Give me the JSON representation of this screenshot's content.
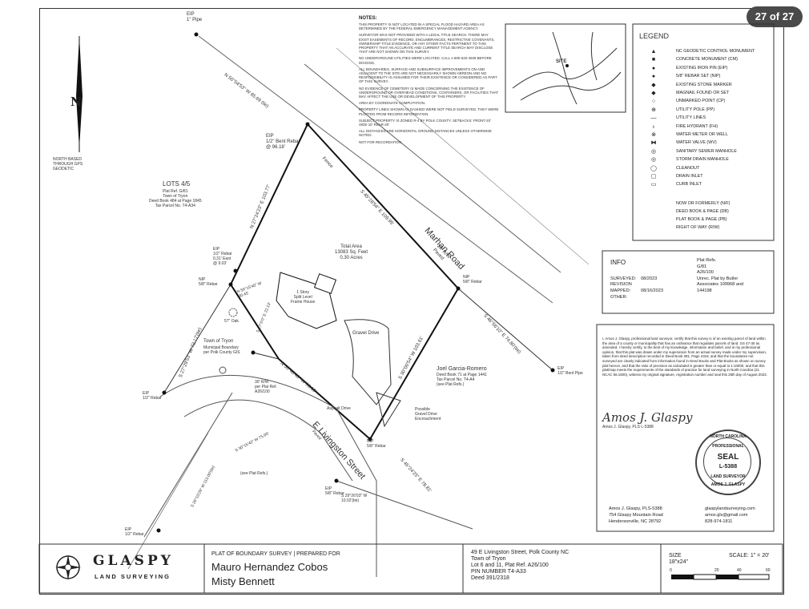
{
  "page_badge": "27 of 27",
  "north_label": "N",
  "north_note": "NORTH BASED THROUGH GPS GEODETIC",
  "notes": {
    "title": "NOTES:",
    "items": [
      "THIS PROPERTY IS NOT LOCATED IN A SPECIAL FLOOD HAZARD AREA AS DETERMINED BY THE FEDERAL EMERGENCY MANAGEMENT AGENCY.",
      "SURVEYOR WAS NOT PROVIDED WITH A LEGAL TITLE SEARCH. THERE MAY EXIST EASEMENTS OF RECORD, ENCUMBRANCES, RESTRICTIVE COVENANTS, OWNERSHIP TITLE EVIDENCE, OR ANY OTHER FACTS PERTINENT TO THIS PROPERTY THAT AN ACCURATE AND CURRENT TITLE SEARCH MAY DISCLOSE THAT ARE NOT SHOWN ON THIS SURVEY.",
      "NO UNDERGROUND UTILITIES WERE LOCATED. CALL 1-800-632-4949 BEFORE DIGGING.",
      "ALL BOUNDARIES, SURFACE AND SUBSURFACE IMPROVEMENTS ON AND ADJACENT TO THE SITE ARE NOT NECESSARILY SHOWN HEREON AND NO RESPONSIBILITY IS ASSUMED FOR THEIR EXISTENCE OR CONSIDERED AS PART OF THIS SURVEY.",
      "NO EVIDENCE OF CEMETERY IS MADE CONCERNING THE EXISTENCE OF UNDERGROUND OR OVERHEAD CONDITIONS, CONTAINERS, OR FACILITIES THAT MAY AFFECT THE USE OR DEVELOPMENT OF THIS PROPERTY.",
      "AREA BY COORDINATE COMPUTATION.",
      "PROPERTY LINES SHOWN AS DASHED WERE NOT FIELD SURVEYED. THEY WERE PLOTTED FROM RECORD INFORMATION.",
      "SUBJECT PROPERTY IS ZONED R-4 BY POLK COUNTY. SETBACKS: FRONT-20' SIDE-10' REAR-20'",
      "ALL DISTANCES ARE HORIZONTAL GROUND DISTANCES UNLESS OTHERWISE NOTED.",
      "NOT FOR RECORDATION."
    ]
  },
  "vicinity": {
    "site_label": "SITE"
  },
  "legend": {
    "title": "LEGEND",
    "items": [
      {
        "icon": "triangle-icon",
        "sym": "▲",
        "label": "NC GEODETIC CONTROL MONUMENT"
      },
      {
        "icon": "square-icon",
        "sym": "■",
        "label": "CONCRETE MONUMENT (CM)"
      },
      {
        "icon": "filled-circle-icon",
        "sym": "●",
        "label": "EXISTING IRON PIN (EIP)"
      },
      {
        "icon": "filled-circle-icon",
        "sym": "●",
        "label": "5/8\" REBAR SET (NIP)"
      },
      {
        "icon": "diamond-icon",
        "sym": "◆",
        "label": "EXISTING STONE MARKER"
      },
      {
        "icon": "diamond-icon",
        "sym": "◆",
        "label": "MAGNAIL FOUND OR SET"
      },
      {
        "icon": "open-circle-icon",
        "sym": "○",
        "label": "UNMARKED POINT (CP)"
      },
      {
        "icon": "utility-pole-icon",
        "sym": "⊕",
        "label": "UTILITY POLE (PP)"
      },
      {
        "icon": "utility-line-icon",
        "sym": "—",
        "label": "UTILITY LINES"
      },
      {
        "icon": "hydrant-icon",
        "sym": "♁",
        "label": "FIRE HYDRANT (FH)"
      },
      {
        "icon": "water-meter-icon",
        "sym": "⊗",
        "label": "WATER METER OR WELL"
      },
      {
        "icon": "water-valve-icon",
        "sym": "⧓",
        "label": "WATER VALVE (WV)"
      },
      {
        "icon": "sewer-manhole-icon",
        "sym": "◎",
        "label": "SANITARY SEWER MANHOLE"
      },
      {
        "icon": "storm-manhole-icon",
        "sym": "◎",
        "label": "STORM DRAIN MANHOLE"
      },
      {
        "icon": "cleanout-icon",
        "sym": "◯",
        "label": "CLEANOUT"
      },
      {
        "icon": "drain-inlet-icon",
        "sym": "▢",
        "label": "DRAIN INLET"
      },
      {
        "icon": "curb-inlet-icon",
        "sym": "▭",
        "label": "CURB INLET"
      }
    ],
    "abbreviations": [
      "NOW OR FORMERLY (N/F)",
      "DEED BOOK & PAGE (DB)",
      "PLAT BOOK & PAGE (PB)",
      "RIGHT OF WAY (R/W)"
    ]
  },
  "info": {
    "title": "INFO",
    "surveyed_label": "SURVEYED:",
    "surveyed_value": "08/2023",
    "revision_label": "REVISION",
    "mapped_label": "MAPPED:",
    "mapped_value": "08/16/2023",
    "other_label": "OTHER:",
    "plat_refs_label": "Plat Refs.",
    "plat_refs": [
      "G/81",
      "A26/100",
      "Unrec. Plat by Butler",
      "Associates 109968 and",
      "144198"
    ]
  },
  "certification": "I, Amos J. Glaspy, professional land surveyor, certify that this survey is of an existing parcel of land within the area of a county or municipality that has an ordinance that regulates parcels of land. GS 47-30 as amended. I hereby certify, to the best of my knowledge, information and belief, and in my professional opinion, that this plat was drawn under my supervision from an actual survey made under my supervision, taken from deed description recorded in Deed Book 391, Page 2318, and that the boundaries not surveyed are clearly indicated from information found in Deed Books and Plat Books as shown on survey plat hereon, and that the ratio of precision as calculated is greater than or equal to 1:10000, and that this plat/map meets the requirements of the standards of practice for land surveying in North Carolina (21 NCAC 56.1600), witness my original signature, registration number and seal this 25th day of August 2023.",
  "signature": "Amos J. Glaspy",
  "signature_caption": "Amos J. Glaspy, PLS L-5388",
  "seal": {
    "top": "NORTH CAROLINA",
    "prof": "PROFESSIONAL",
    "word": "SEAL",
    "number": "L-5388",
    "bottom": "LAND SURVEYOR",
    "name": "AMOS J. GLASPY"
  },
  "contact": {
    "name": "Amos J. Glaspy, PLS-5388",
    "address1": "754 Glaspy Mountain Road",
    "address2": "Hendersonville, NC 28792",
    "web": "glaspylandsurveying.com",
    "email": "amos.gls@gmail.com",
    "phone": "828-974-1811"
  },
  "title_block": {
    "logo_main": "GLASPY",
    "logo_sub": "LAND SURVEYING",
    "plat_title": "PLAT OF BOUNDARY SURVEY  |  PREPARED FOR",
    "client1": "Mauro Hernandez Cobos",
    "client2": "Misty Bennett",
    "address": "49 E Livingston Street, Polk County NC",
    "town": "Town of Tryon",
    "lot": "Lot 6 and 11, Plat Ref. A26/100",
    "pin": "PIN NUMBER T4-A33",
    "deed": "Deed 391/2318",
    "size_label": "SIZE",
    "size_value": "18\"x24\"",
    "scale_label": "SCALE: 1\" = 20'",
    "scale_ticks": [
      "0",
      "20",
      "40",
      "60"
    ]
  },
  "map_labels": {
    "eip_1pipe": "EIP\n1\" Pipe",
    "bearing_top": "N 50°54'53\" W 85.69 (tie)",
    "eip_bent_rebar": "EIP\n1/2\" Bent Rebar\n@ 96.18'",
    "fence": "Fence",
    "marhan_road": "Marhan Road",
    "marhan_rw": "20' R/W\nPaved",
    "bearing_ne": "S 45°28'54\" E 109.95'",
    "bearing_nw": "N 27°24'23\" E 103.77'",
    "lots": "LOTS 4/5",
    "lots_sub": "Plat Ref. G/81\nTown of Tryon\nDeed Book 484 at Page 1845\nTax Parcel No. T4-A34",
    "total_area": "Total Area\n13083 Sq. Feet\n0.30 Acres",
    "house": "1 Story\nSplit Level\nFrame House",
    "eip_rebar_east": "EIP\n1/2\" Rebar\n0.31' East\n@ 9.03'",
    "nip_left": "NIP\n5/8\" Rebar",
    "bearing_small": "N 56°15'40\" W\n30.45'",
    "oak": "57\" Oak",
    "town_tryon": "Town of Tryon",
    "town_sub": "Municipal Boundary\nper Polk County GIS",
    "gravel_drive": "Gravel Drive",
    "nip_right": "NIP\n5/8\" Rebar",
    "bearing_right": "S 46°56'10\" E 74.80'(tie)",
    "eip_bent_pipe": "EIP\n1/2\" Bent Pipe",
    "bearing_west": "S 27°29'53\" W 72.17'(tie)",
    "bearing_mid": "N 50°40'49\" W 98.10'",
    "bearing_east": "S 30°00'54\" W 103.61'",
    "bearing_short": "S 27°0'0\" E 22.13'",
    "owner": "Joel Garcia-Romero",
    "owner_sub": "Deed Book 71 at Page 1441\nTax Parcel No. T4-A4\n(see Plat Refs.)",
    "asphalt": "Asphalt Drive",
    "encroach": "Possible\nGravel Drive\nEncroachment",
    "row30": "30' R/W\nper Plat Ref.\nA26/100",
    "eip_left": "EIP\n1/2\" Rebar",
    "livingston": "E Livingston Street",
    "livingston_sub": "Paved",
    "nip_bottom": "NIP\n5/8\" Rebar",
    "bearing_bottom": "S 45°24'25\" E 78.81'",
    "bearing_sw": "S 30°15'42\" W 75.00'",
    "bearing_sw2": "S 29°10'29\" W 113.00'(tie)",
    "bearing_tie": "S 29°26'03\" W\n10.02'(tie)",
    "eip_bottom": "EIP\n5/8\" Rebar",
    "eip_bl": "EIP\n1/2\" Rebar",
    "see_plat": "(see Plat Refs.)"
  }
}
